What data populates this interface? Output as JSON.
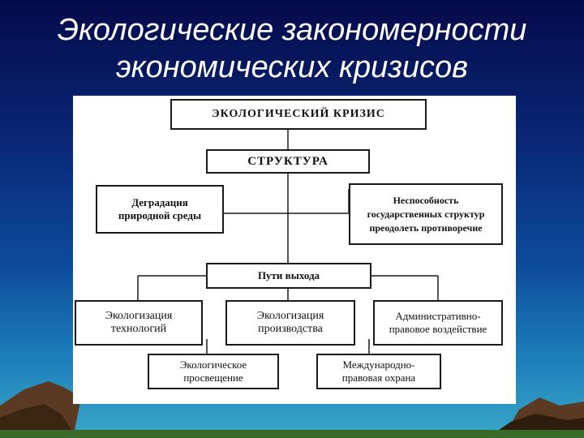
{
  "slide": {
    "title_line1": "Экологические закономерности",
    "title_line2": "экономических кризисов"
  },
  "diagram": {
    "crisis": "ЭКОЛОГИЧЕСКИЙ КРИЗИС",
    "structure": "СТРУКТУРА",
    "degradation": "Деградация природной среды",
    "inability": "Неспособность государственных структур преодолеть противоречие",
    "ways_out": "Пути выхода",
    "ecologization_tech": "Экологизация технологий",
    "ecologization_prod": "Экологизация производства",
    "administrative": "Административно-правовое воздействие",
    "eco_education": "Экологическое просвещение",
    "international": "Международно-правовая охрана"
  }
}
